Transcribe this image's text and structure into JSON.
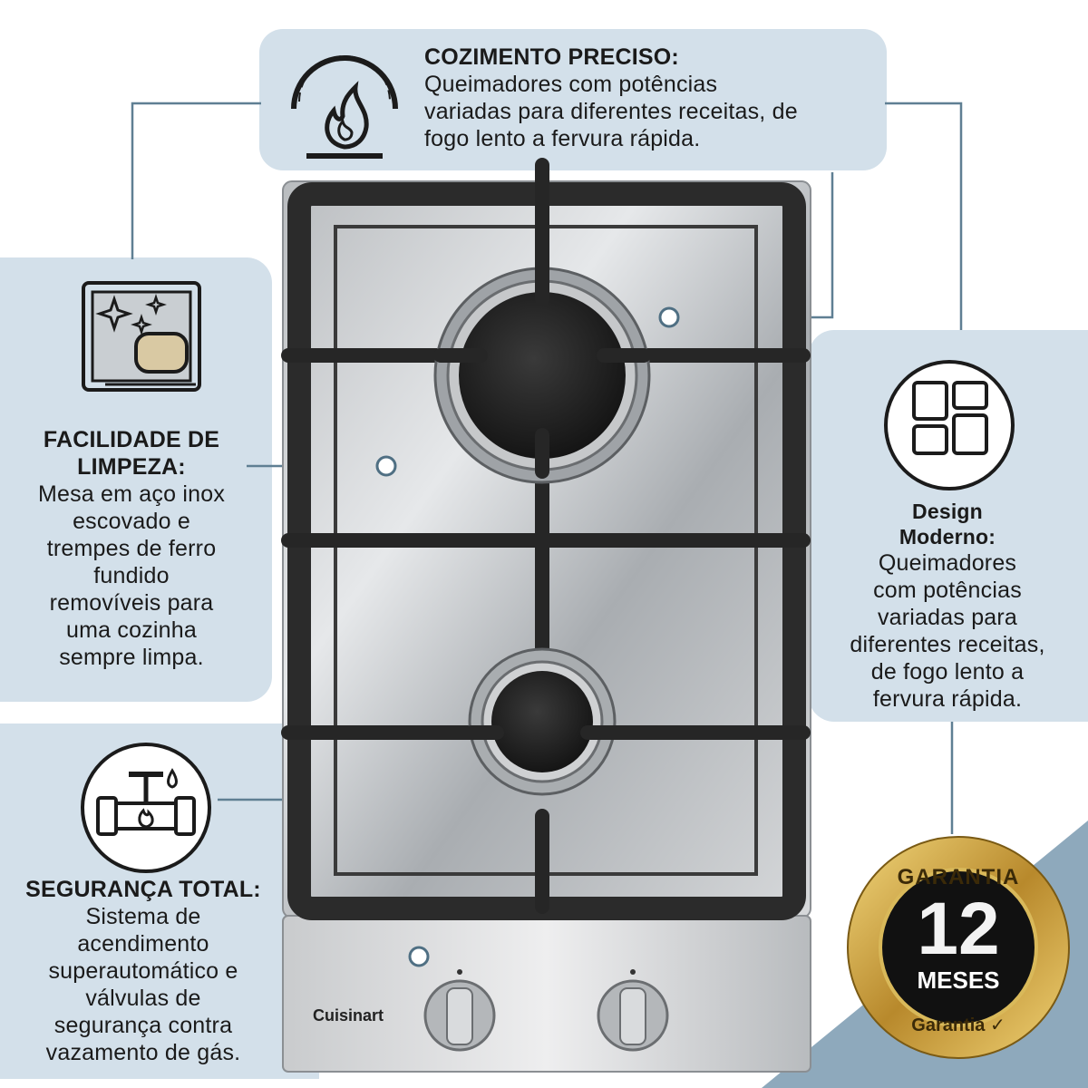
{
  "features": {
    "top": {
      "title": "COZIMENTO PRECISO:",
      "lines": [
        "Queimadores com potências",
        "variadas para diferentes receitas, de",
        "fogo lento a fervura rápida."
      ]
    },
    "left_top": {
      "title1": "FACILIDADE DE",
      "title2": "LIMPEZA:",
      "lines": [
        "Mesa em aço inox",
        "escovado e",
        "trempes de ferro",
        "fundido",
        "removíveis para",
        "uma cozinha",
        "sempre limpa."
      ]
    },
    "right": {
      "title1": "Design",
      "title2": "Moderno:",
      "lines": [
        "Queimadores",
        "com potências",
        "variadas para",
        "diferentes receitas,",
        "de fogo lento a",
        "fervura rápida."
      ]
    },
    "left_bottom": {
      "title": "SEGURANÇA TOTAL:",
      "lines": [
        "Sistema de",
        "acendimento",
        "superautomático e",
        "válvulas de",
        "segurança contra",
        "vazamento de gás."
      ]
    }
  },
  "product": {
    "brand": "Cuisinart"
  },
  "badge": {
    "top_word": "GARANTIA",
    "number": "12",
    "unit": "MESES",
    "bottom_word": "Garantia ✓"
  },
  "icons": [
    "flame-gauge-icon",
    "sparkle-sponge-icon",
    "grid-blocks-icon",
    "gas-valve-icon",
    "checkmark-icon"
  ],
  "colors": {
    "panel": "#d3e0ea",
    "corner": "#8ea9bc",
    "line": "#5f7f93",
    "badge_gold": "#c9a54a",
    "badge_dark": "#111111"
  }
}
